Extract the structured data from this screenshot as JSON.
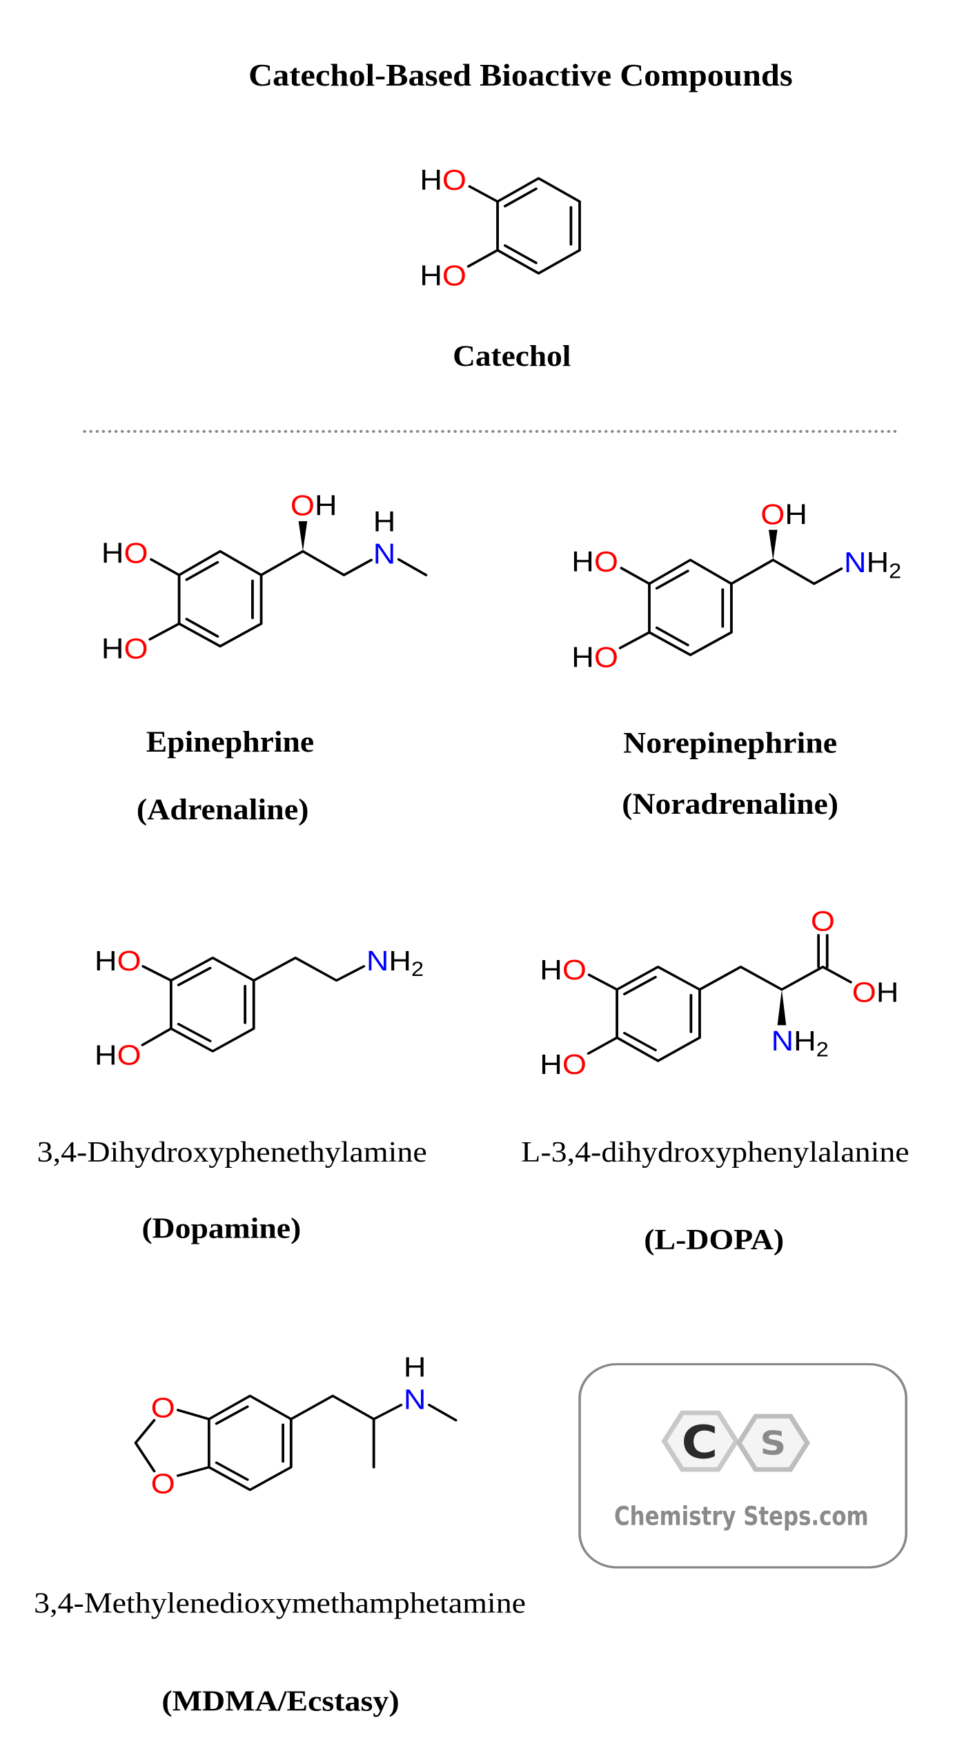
{
  "title": "Catechol-Based Bioactive Compounds",
  "atoms": {
    "H": "H",
    "O": "O",
    "N": "N",
    "sub2": "2"
  },
  "colors": {
    "oxygen": "#ff0000",
    "nitrogen": "#0000ff",
    "bond": "#000000",
    "divider": "#888888",
    "logo_gray": "#8a8a8a"
  },
  "molecules": {
    "catechol": {
      "name": "Catechol"
    },
    "epinephrine": {
      "name": "Epinephrine",
      "alias": "(Adrenaline)"
    },
    "norepinephrine": {
      "name": "Norepinephrine",
      "alias": "(Noradrenaline)"
    },
    "dopamine": {
      "name": "3,4-Dihydroxyphenethylamine",
      "alias": "(Dopamine)"
    },
    "ldopa": {
      "name": "L-3,4-dihydroxyphenylalanine",
      "alias": "(L-DOPA)"
    },
    "mdma": {
      "name": "3,4-Methylenedioxymethamphetamine",
      "alias": "(MDMA/Ecstasy)"
    }
  },
  "logo": {
    "letter1": "C",
    "letter2": "S",
    "text": "Chemistry Steps.com"
  }
}
